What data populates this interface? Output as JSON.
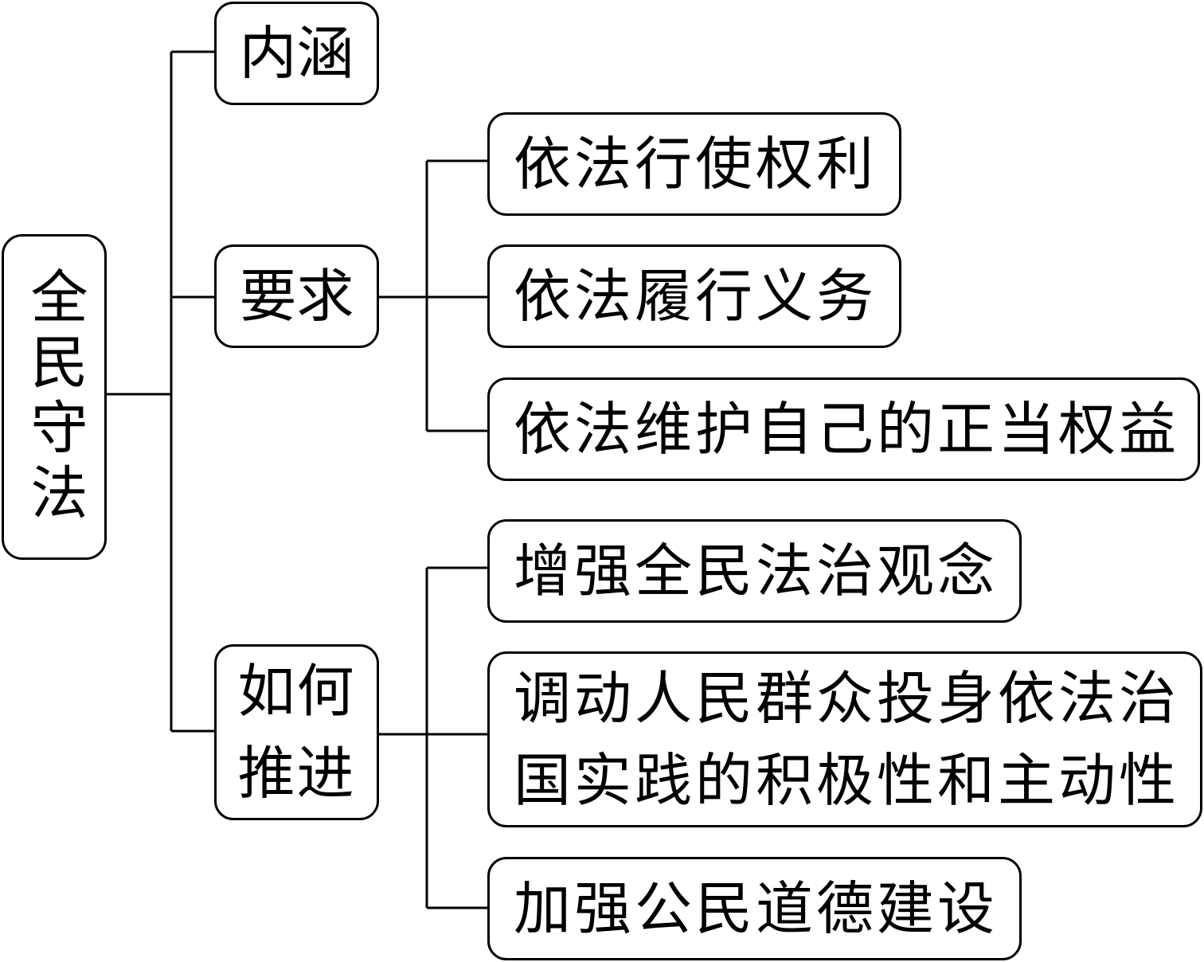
{
  "root": {
    "label": "全民守法"
  },
  "branches": [
    {
      "label": "内涵",
      "children": []
    },
    {
      "label": "要求",
      "children": [
        "依法行使权利",
        "依法履行义务",
        "依法维护自己的正当权益"
      ]
    },
    {
      "label": "如何推进",
      "children": [
        "增强全民法治观念",
        "调动人民群众投身依法治国实践的积极性和主动性",
        "加强公民道德建设"
      ]
    }
  ],
  "colors": {
    "line": "#000000",
    "border": "#000000",
    "background": "#ffffff",
    "text": "#000000"
  }
}
